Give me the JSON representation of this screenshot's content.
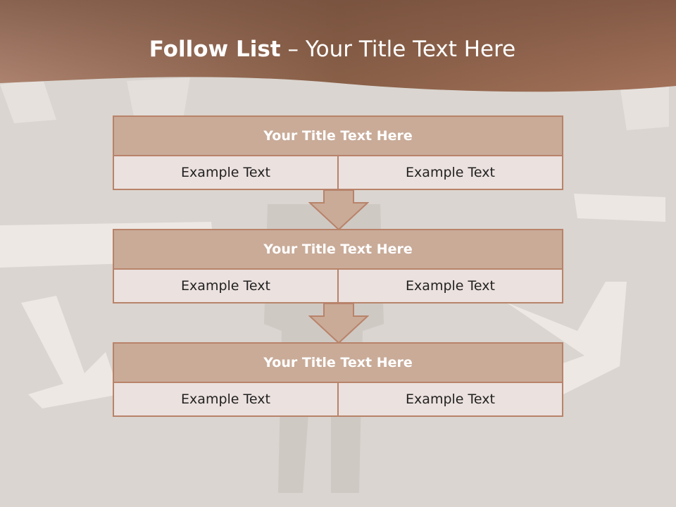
{
  "slide": {
    "title_bold": "Follow List",
    "title_rest": " – Your Title Text Here",
    "colors": {
      "header": "#a4725a",
      "box_head": "#c9ab98",
      "box_body": "#ebe1de",
      "border": "#b8836a"
    }
  },
  "rows": [
    {
      "title": "Your Title Text Here",
      "left": "Example Text",
      "right": "Example Text"
    },
    {
      "title": "Your Title Text Here",
      "left": "Example Text",
      "right": "Example Text"
    },
    {
      "title": "Your Title Text Here",
      "left": "Example Text",
      "right": "Example Text"
    }
  ]
}
